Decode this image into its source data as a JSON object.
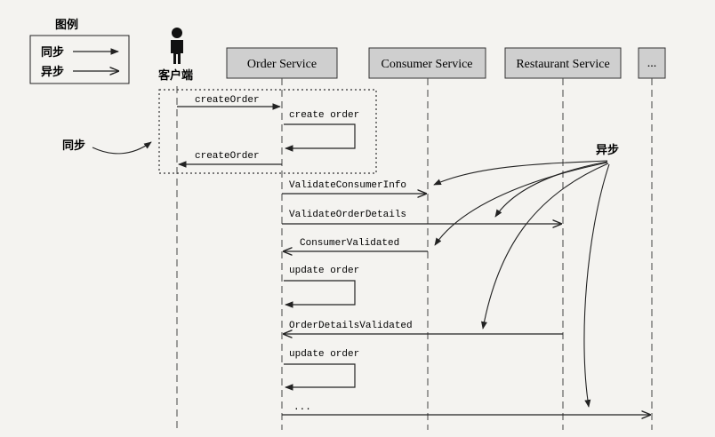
{
  "legend": {
    "title": "图例",
    "sync_label": "同步",
    "async_label": "异步"
  },
  "actors": {
    "client": "客户端",
    "order": "Order Service",
    "consumer": "Consumer Service",
    "restaurant": "Restaurant Service",
    "more": "..."
  },
  "annotations": {
    "sync": "同步",
    "async": "异步"
  },
  "messages": {
    "create_order_request": "createOrder",
    "create_order_self": "create order",
    "create_order_response": "createOrder",
    "validate_consumer_info": "ValidateConsumerInfo",
    "validate_order_details": "ValidateOrderDetails",
    "consumer_validated": "ConsumerValidated",
    "update_order_1": "update order",
    "order_details_validated": "OrderDetailsValidated",
    "update_order_2": "update order",
    "ellipsis": "..."
  },
  "colors": {
    "box_fill": "#cfcfcf",
    "line": "#222222",
    "background": "#f4f3f0"
  }
}
